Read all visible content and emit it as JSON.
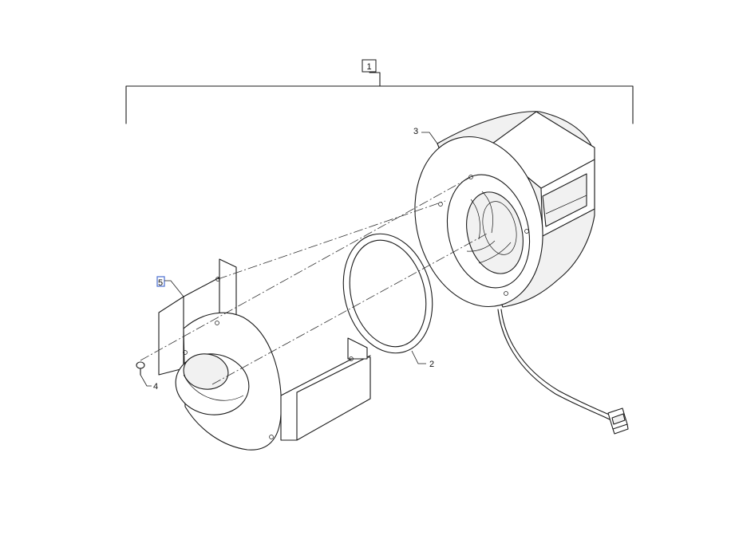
{
  "callouts": {
    "assembly": "1",
    "gasket": "2",
    "blower": "3",
    "screw": "4",
    "housing": "5"
  },
  "colors": {
    "line": "#1a1a1a",
    "highlight": "#4a6fd0"
  }
}
